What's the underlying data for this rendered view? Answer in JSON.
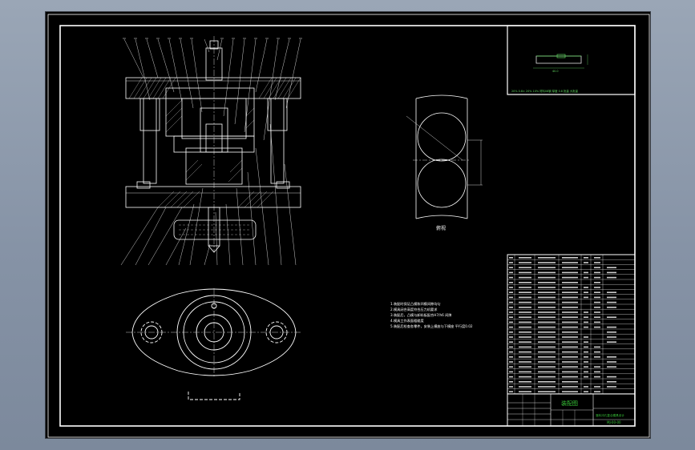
{
  "view_label": "俯视",
  "part_view": {
    "dimension_caption": "20%  0.8×  20%  10%  材料08钢  厚度  0.8  批量  大批量",
    "width_dim": "40.0"
  },
  "technical_notes": [
    "1.装配时保证凸模和凹模间隙均匀",
    "2.模具闭合高度符合压力机要求",
    "3.装配后，凸模与卸料板配合H7/h6  间隙",
    "4.模具工作表面粗糙度",
    "5.装配后检查各零件，安装上模座与下模座  平行度0.02"
  ],
  "title_block": {
    "title": "装配图",
    "drawing_name": "落料冲孔复合模具设计",
    "drawing_number": "MJ-00-00"
  },
  "colors": {
    "line": "#ffffff",
    "accent": "#37c337",
    "frame": "#ffffff",
    "background": "#000000"
  }
}
